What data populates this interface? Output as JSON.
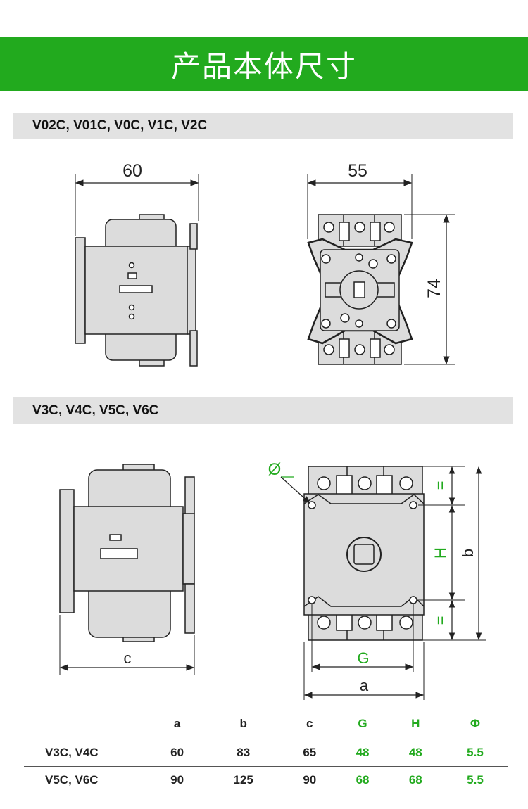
{
  "banner": {
    "title": "产品本体尺寸"
  },
  "section1": {
    "title": "V02C, V01C, V0C, V1C, V2C",
    "dims": {
      "side_width": "60",
      "front_width": "55",
      "front_height": "74"
    }
  },
  "section2": {
    "title": "V3C, V4C, V5C, V6C",
    "dims": {
      "c": "c",
      "a": "a",
      "b": "b",
      "G": "G",
      "H": "H",
      "phi": "Ø",
      "eq1": "=",
      "eq2": "="
    }
  },
  "table": {
    "headers": [
      "",
      "a",
      "b",
      "c",
      "G",
      "H",
      "Φ"
    ],
    "rows": [
      {
        "model": "V3C, V4C",
        "a": "60",
        "b": "83",
        "c": "65",
        "G": "48",
        "H": "48",
        "phi": "5.5"
      },
      {
        "model": "V5C, V6C",
        "a": "90",
        "b": "125",
        "c": "90",
        "G": "68",
        "H": "68",
        "phi": "5.5"
      }
    ]
  },
  "colors": {
    "accent": "#22aa1e",
    "section_bg": "#e2e2e2",
    "part_fill": "#dcdcdc"
  }
}
